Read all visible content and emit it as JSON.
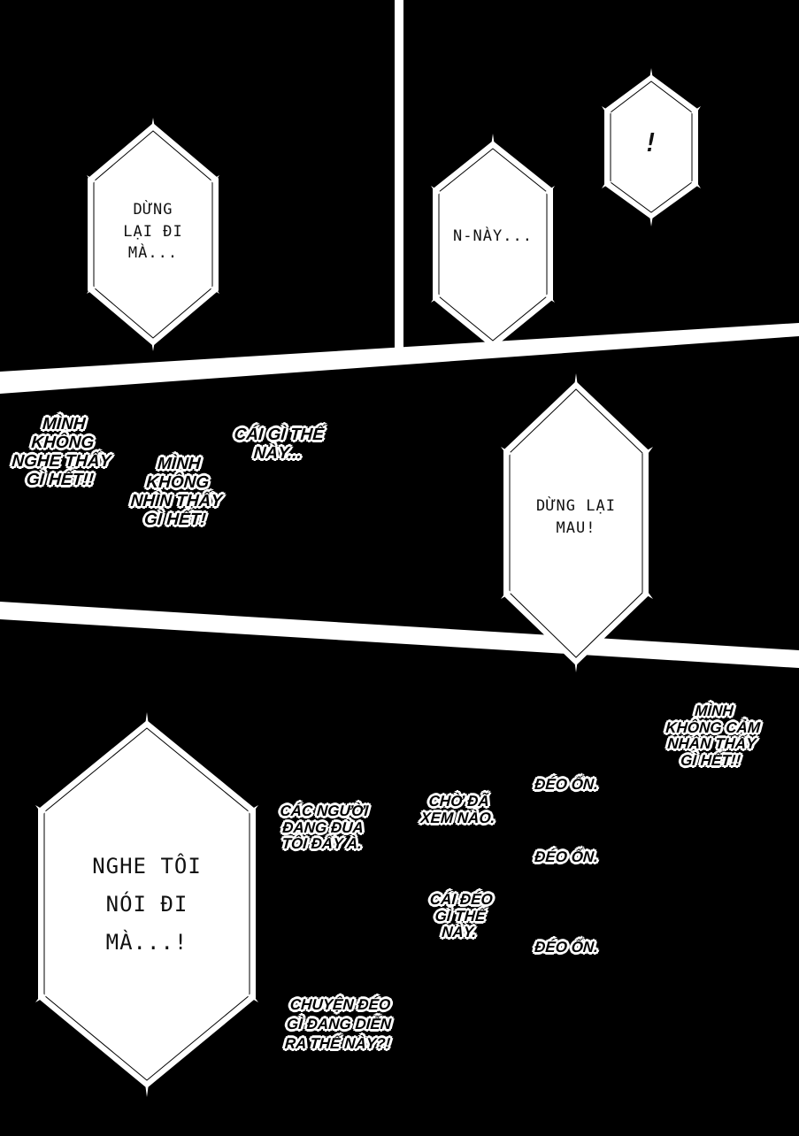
{
  "page": {
    "background": "#000000",
    "gutter_color": "#ffffff"
  },
  "panel1": {
    "bubble_left": {
      "text": "DỪNG\nLẠI ĐI\nMÀ..."
    },
    "bubble_right_a": {
      "text": "N-NÀY..."
    },
    "bubble_right_b": {
      "text": "!"
    }
  },
  "panel2": {
    "sfx": [
      {
        "text": "MÌNH\nKHÔNG\nNGHE THẤY\nGÌ HẾT!!"
      },
      {
        "text": "MÌNH\nKHÔNG\nNHÌN THẤY\nGÌ HẾT!"
      },
      {
        "text": "CÁI GÌ THẾ\nNÀY..."
      }
    ],
    "bubble": {
      "text": "DỪNG LẠI\nMAU!"
    }
  },
  "panel3": {
    "bubble": {
      "text": "NGHE TÔI\nNÓI ĐI\nMÀ...!"
    },
    "sfx": [
      {
        "text": "CÁC NGƯỜI\nĐANG ĐÙA\nTÔI ĐẤY À."
      },
      {
        "text": "CHỜ ĐÃ\nXEM NÀO."
      },
      {
        "text": "CÁI ĐÉO\nGÌ THẾ\nNÀY."
      },
      {
        "text": "ĐÉO ỔN."
      },
      {
        "text": "ĐÉO ỔN."
      },
      {
        "text": "ĐÉO ỔN."
      },
      {
        "text": "MÌNH\nKHÔNG CẢM\nNHẬN THẤY\nGÌ HẾT!!"
      },
      {
        "text": "CHUYỆN ĐÉO\nGÌ ĐANG DIỄN\nRA THẾ NÀY?!"
      }
    ]
  }
}
